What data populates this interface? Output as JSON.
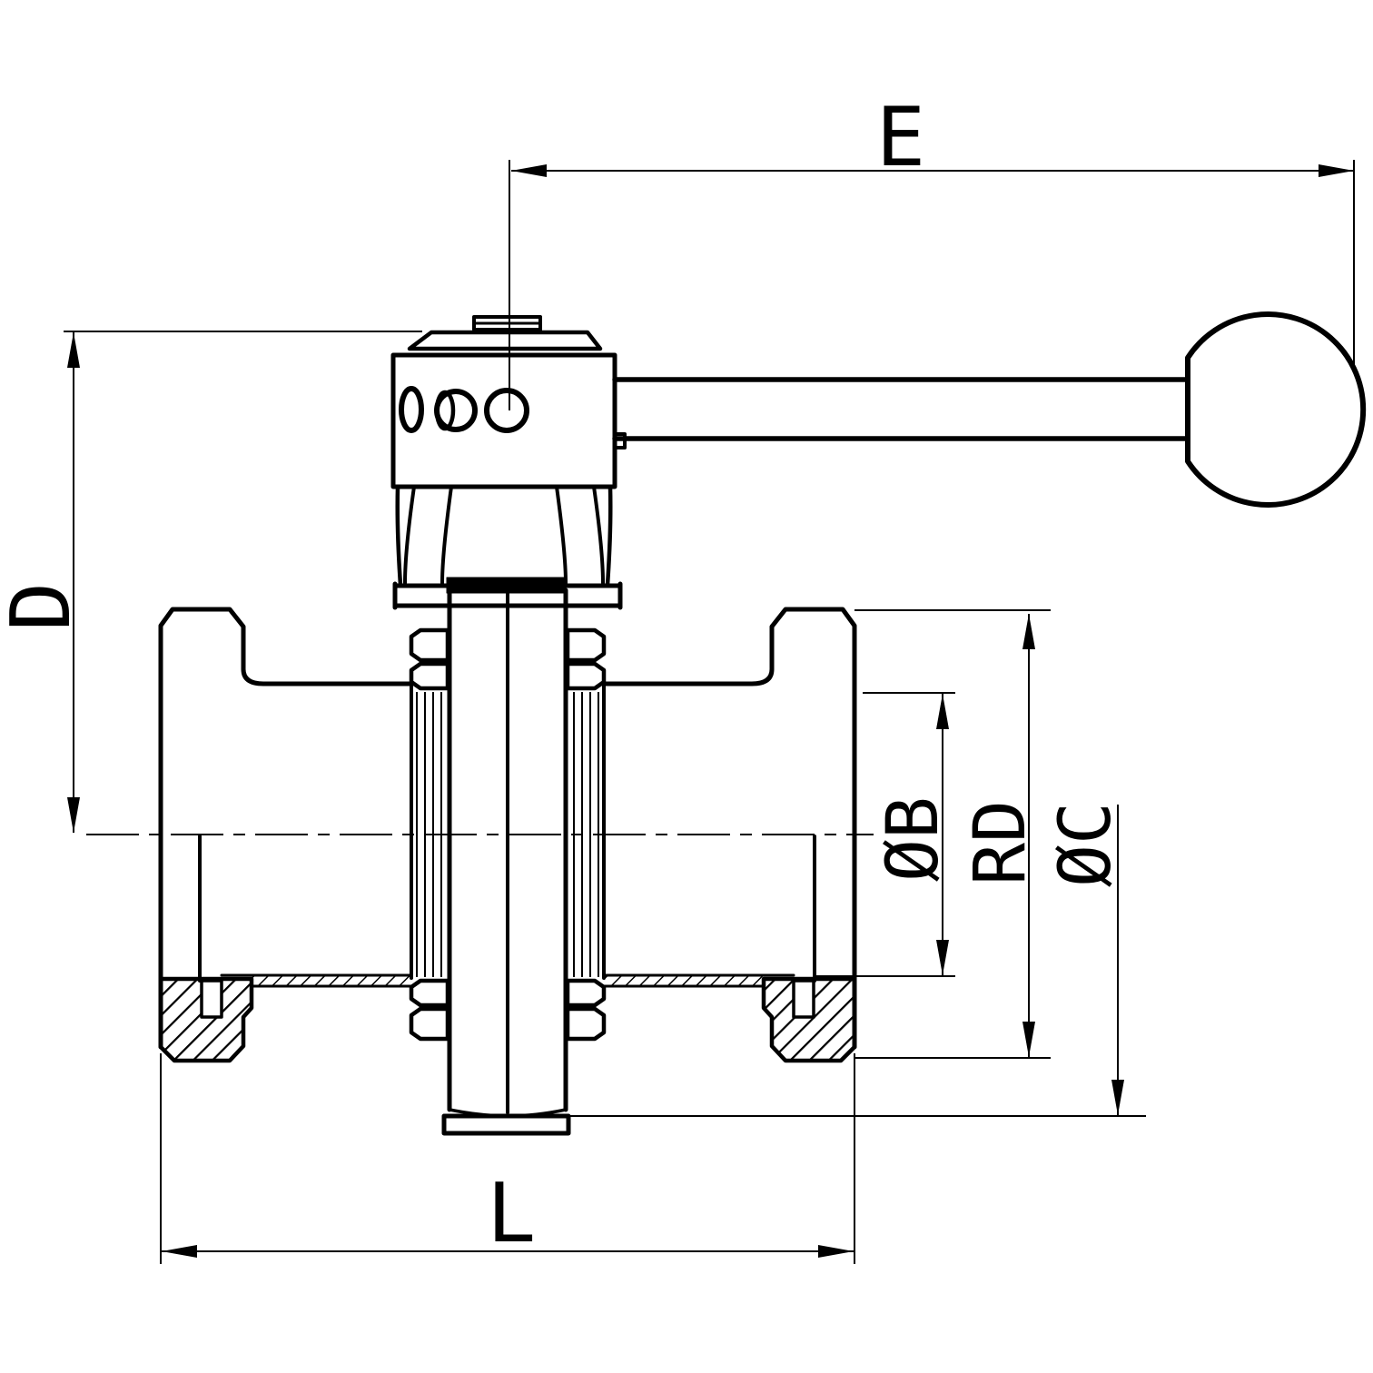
{
  "drawing": {
    "type": "engineering-dimension-drawing",
    "subject": "sanitary butterfly valve with pull handle, half-section view",
    "colors": {
      "line": "#000000",
      "background": "#ffffff"
    },
    "dimensions": {
      "e": {
        "label": "E"
      },
      "d": {
        "label": "D"
      },
      "b": {
        "label": "ØB"
      },
      "rd": {
        "label": "RD"
      },
      "c": {
        "label": "ØC"
      },
      "l": {
        "label": "L"
      }
    }
  }
}
